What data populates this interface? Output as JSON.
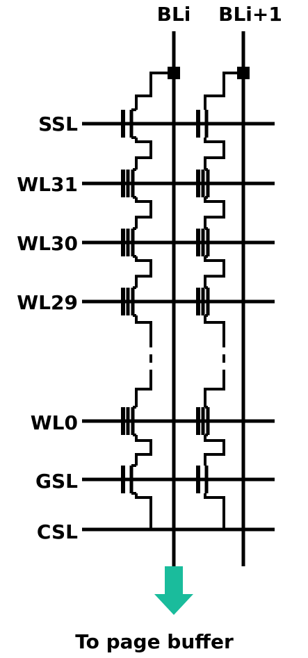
{
  "bitlines": [
    {
      "label": "BLi"
    },
    {
      "label": "BLi+1"
    }
  ],
  "rows": [
    {
      "label": "SSL",
      "kind": "select"
    },
    {
      "label": "WL31",
      "kind": "cell"
    },
    {
      "label": "WL30",
      "kind": "cell"
    },
    {
      "label": "WL29",
      "kind": "cell"
    },
    {
      "label": "WL0",
      "kind": "cell"
    },
    {
      "label": "GSL",
      "kind": "select"
    },
    {
      "label": "CSL",
      "kind": "source"
    }
  ],
  "output": {
    "label": "To page buffer",
    "arrow_color": "#1ABC9C"
  },
  "line_color": "#000000"
}
